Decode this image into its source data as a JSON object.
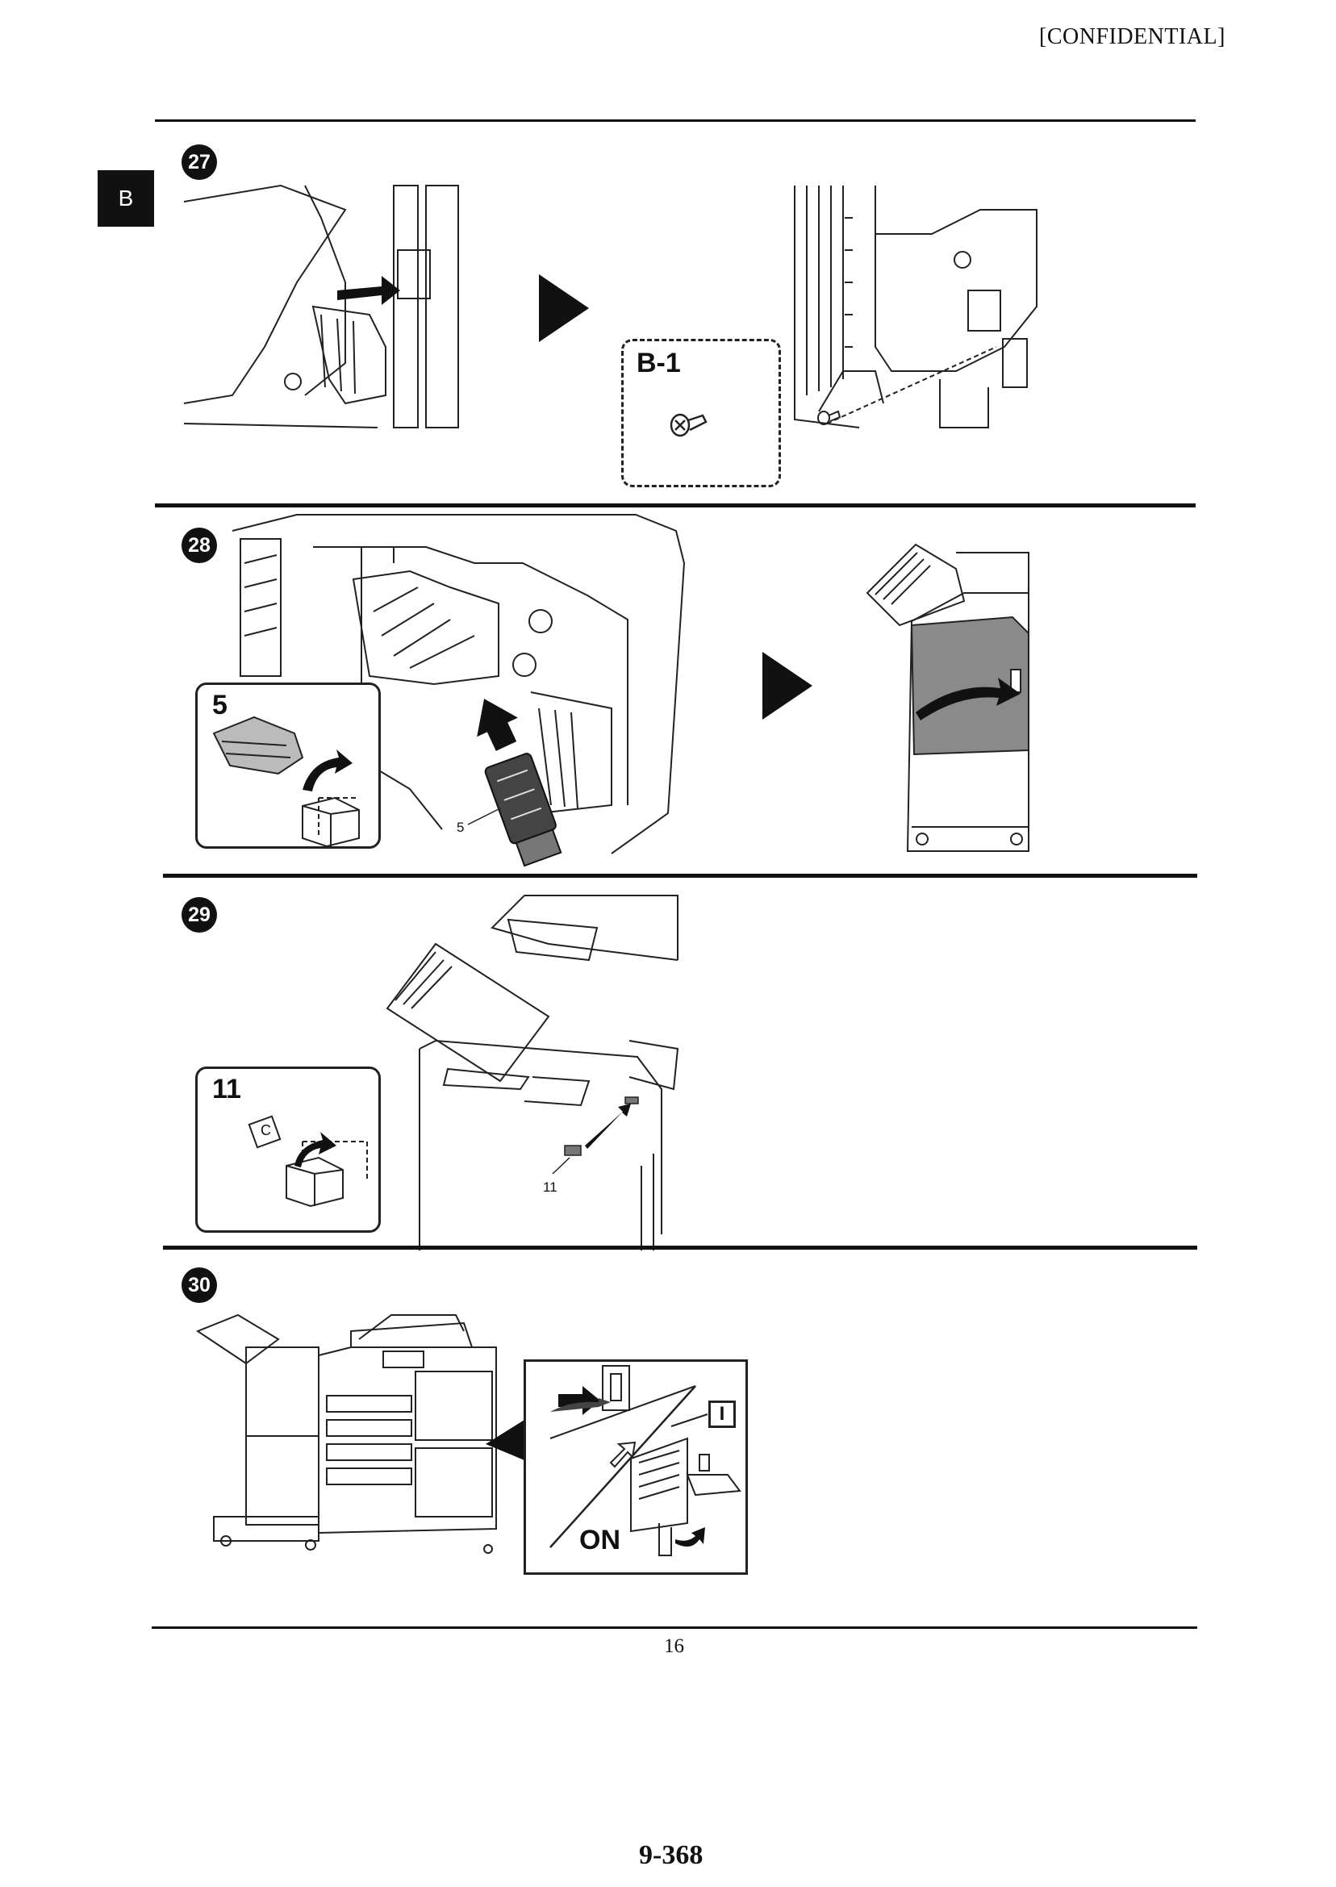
{
  "header": {
    "confidential": "[CONFIDENTIAL]"
  },
  "section_tab": "B",
  "steps": [
    {
      "number": "27",
      "part_label": "B-1"
    },
    {
      "number": "28",
      "part_label": "5",
      "callout": "5"
    },
    {
      "number": "29",
      "part_label": "11",
      "callout": "11",
      "part_letter": "C"
    },
    {
      "number": "30",
      "switch_label": "ON",
      "switch_symbol": "I"
    }
  ],
  "footer": {
    "page": "16",
    "doc_page": "9-368"
  }
}
